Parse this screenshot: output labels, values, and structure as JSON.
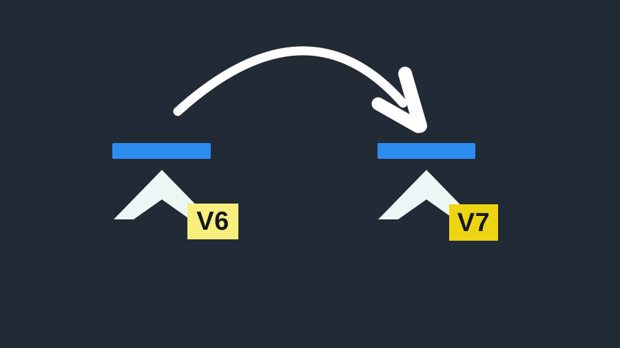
{
  "canvas": {
    "background_color": "#222A35"
  },
  "arrow": {
    "description": "curved upgrade arrow from V6 to V7",
    "color": "#FFFFFF"
  },
  "marks": [
    {
      "label": "V6",
      "bar_color": "#2C8CF0",
      "chevron_color": "#EDF6F5",
      "badge_color": "#F8EE7D",
      "label_color": "#15181C"
    },
    {
      "label": "V7",
      "bar_color": "#2C8CF0",
      "chevron_color": "#EDF6F5",
      "badge_color": "#EDD513",
      "label_color": "#15181C"
    }
  ]
}
